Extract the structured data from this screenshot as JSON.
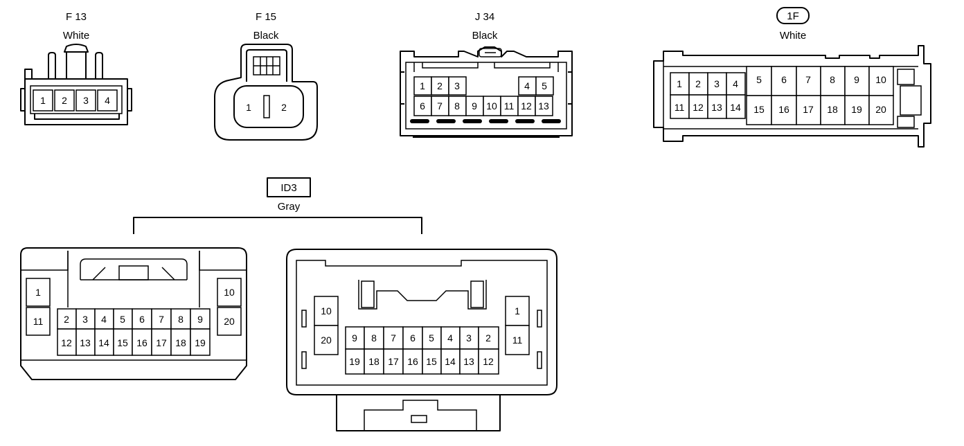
{
  "connectors": {
    "f13": {
      "code": "F 13",
      "color": "White",
      "pins": [
        "1",
        "2",
        "3",
        "4"
      ]
    },
    "f15": {
      "code": "F 15",
      "color": "Black",
      "pins": [
        "1",
        "2"
      ]
    },
    "j34": {
      "code": "J 34",
      "color": "Black",
      "top_pins": [
        "1",
        "2",
        "3",
        "4",
        "5"
      ],
      "bottom_pins": [
        "6",
        "7",
        "8",
        "9",
        "10",
        "11",
        "12",
        "13"
      ]
    },
    "c1f": {
      "code": "1F",
      "color": "White",
      "small_top": [
        "1",
        "2",
        "3",
        "4"
      ],
      "small_bottom": [
        "11",
        "12",
        "13",
        "14"
      ],
      "large_top": [
        "5",
        "6",
        "7",
        "8",
        "9",
        "10"
      ],
      "large_bottom": [
        "15",
        "16",
        "17",
        "18",
        "19",
        "20"
      ]
    },
    "id3": {
      "code": "ID3",
      "color": "Gray",
      "male": {
        "left_col": [
          "1",
          "11"
        ],
        "right_col": [
          "10",
          "20"
        ],
        "top_row": [
          "2",
          "3",
          "4",
          "5",
          "6",
          "7",
          "8",
          "9"
        ],
        "bottom_row": [
          "12",
          "13",
          "14",
          "15",
          "16",
          "17",
          "18",
          "19"
        ]
      },
      "female": {
        "left_col": [
          "10",
          "20"
        ],
        "right_col": [
          "1",
          "11"
        ],
        "top_row": [
          "9",
          "8",
          "7",
          "6",
          "5",
          "4",
          "3",
          "2"
        ],
        "bottom_row": [
          "19",
          "18",
          "17",
          "16",
          "15",
          "14",
          "13",
          "12"
        ]
      }
    }
  }
}
